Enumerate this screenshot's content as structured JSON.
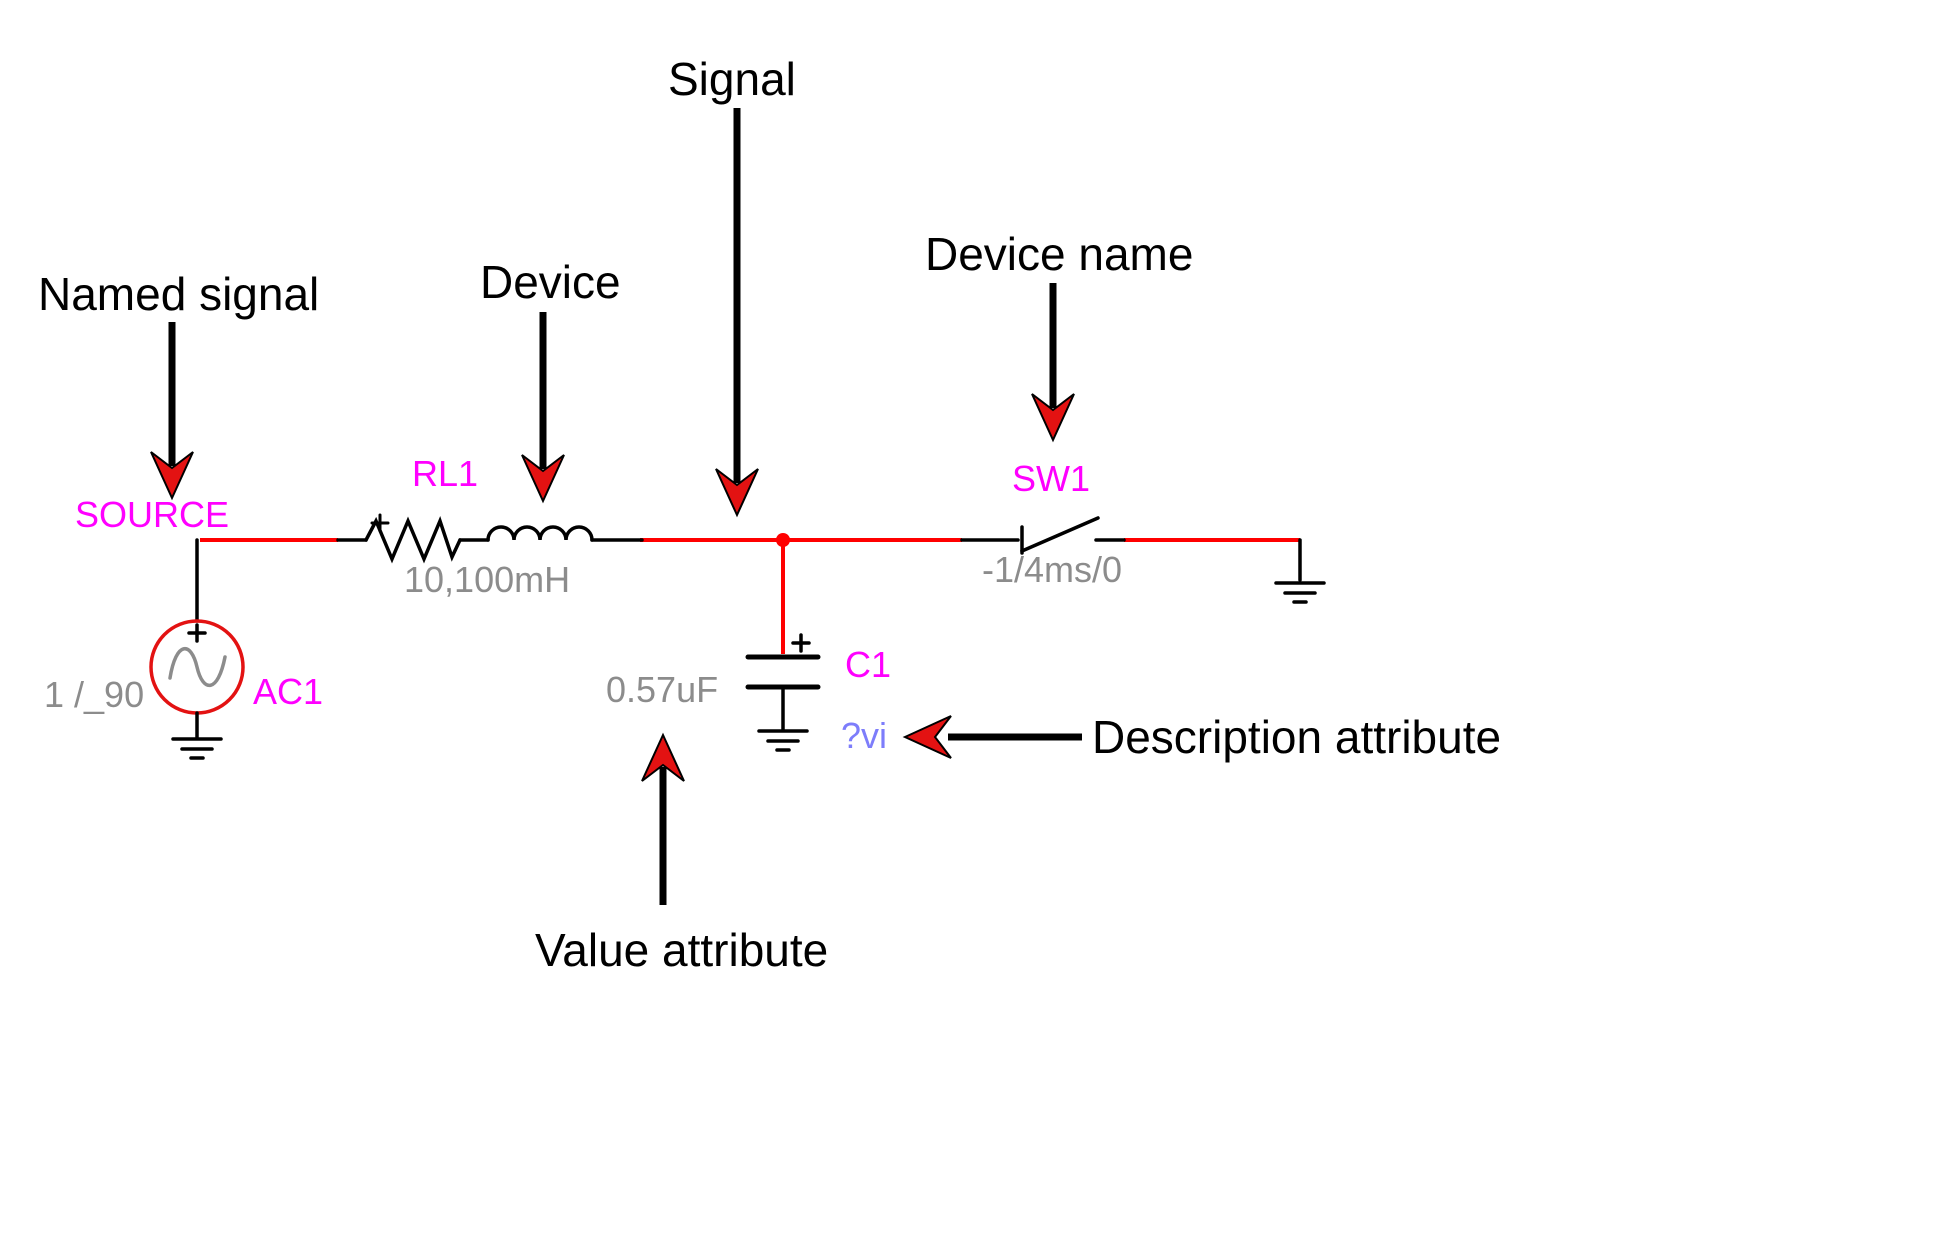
{
  "colors": {
    "wire": "#ff0000",
    "component": "#000000",
    "name_label": "#ff00ff",
    "value_label": "#8c8c8c",
    "description_label": "#7d7dfb",
    "annotation": "#000000",
    "arrowhead": "#e31212",
    "source_circle": "#e31212"
  },
  "annotations": {
    "signal": {
      "label": "Signal"
    },
    "named_signal": {
      "label": "Named signal"
    },
    "device": {
      "label": "Device"
    },
    "device_name": {
      "label": "Device name"
    },
    "description_attribute": {
      "label": "Description attribute"
    },
    "value_attribute": {
      "label": "Value attribute"
    }
  },
  "circuit": {
    "named_signal": "SOURCE",
    "ac_source": {
      "name": "AC1",
      "value": "1 /_90"
    },
    "inductor": {
      "name": "RL1",
      "value": "10,100mH"
    },
    "capacitor": {
      "name": "C1",
      "value": "0.57uF",
      "description": "?vi"
    },
    "switch": {
      "name": "SW1",
      "value": "-1/4ms/0"
    }
  }
}
